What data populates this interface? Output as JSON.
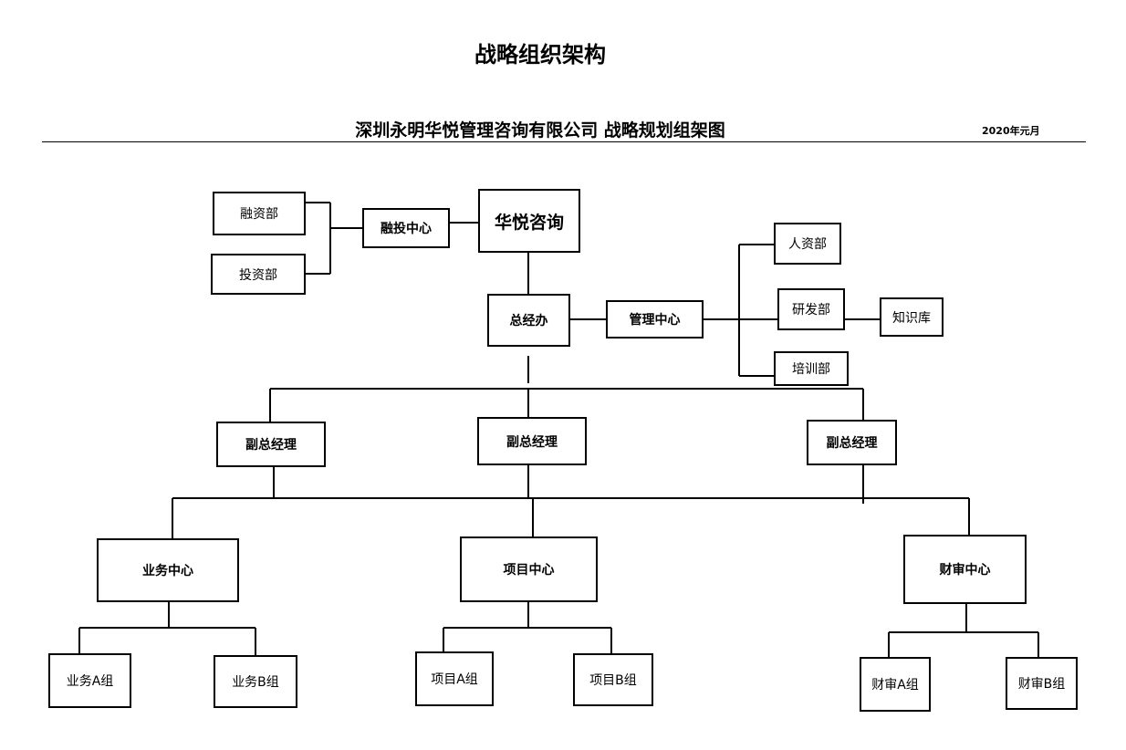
{
  "header": {
    "title": "战略组织架构",
    "subtitle": "深圳永明华悦管理咨询有限公司 战略规划组架图",
    "date": "2020年元月"
  },
  "nodes": {
    "rongzi": "融资部",
    "touzi": "投资部",
    "rongtou_center": "融投中心",
    "huayue": "华悦咨询",
    "zongjingban": "总经办",
    "guanli_center": "管理中心",
    "renzi": "人资部",
    "yanfa": "研发部",
    "zhishiku": "知识库",
    "peixun": "培训部",
    "vp_left": "副总经理",
    "vp_mid": "副总经理",
    "vp_right": "副总经理",
    "yewu_center": "业务中心",
    "xiangmu_center": "项目中心",
    "caishen_center": "财审中心",
    "yewu_a": "业务A组",
    "yewu_b": "业务B组",
    "xiangmu_a": "项目A组",
    "xiangmu_b": "项目B组",
    "caishen_a": "财审A组",
    "caishen_b": "财审B组"
  }
}
